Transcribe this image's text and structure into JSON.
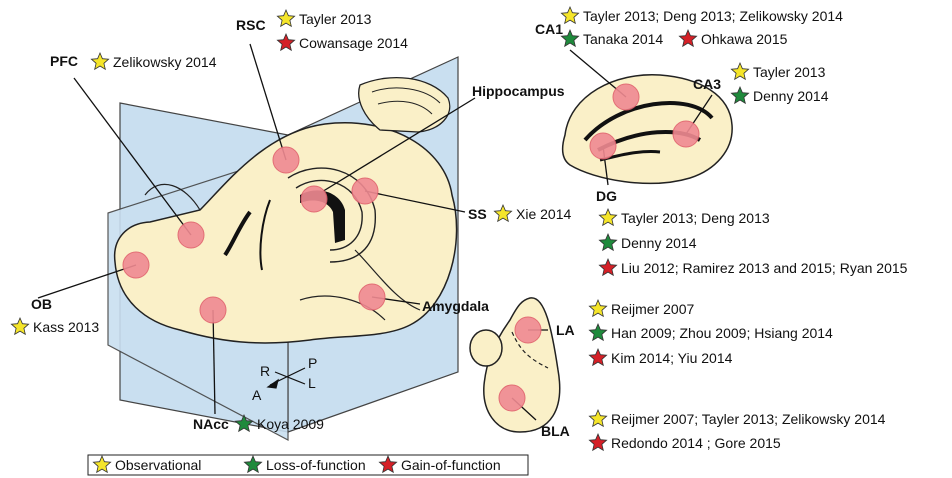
{
  "regions": {
    "rsc": {
      "name": "RSC",
      "refs": [
        {
          "type": "observational",
          "text": "Tayler 2013"
        },
        {
          "type": "gain",
          "text": "Cowansage 2014"
        }
      ]
    },
    "pfc": {
      "name": "PFC",
      "refs": [
        {
          "type": "observational",
          "text": "Zelikowsky 2014"
        }
      ]
    },
    "hippocampus": {
      "name": "Hippocampus"
    },
    "ca1": {
      "name": "CA1",
      "refs": [
        {
          "type": "observational",
          "text": "Tayler 2013; Deng 2013; Zelikowsky 2014"
        },
        {
          "type": "loss",
          "text": "Tanaka 2014"
        },
        {
          "type": "gain",
          "text": "Ohkawa 2015"
        }
      ]
    },
    "ca3": {
      "name": "CA3",
      "refs": [
        {
          "type": "observational",
          "text": "Tayler 2013"
        },
        {
          "type": "loss",
          "text": "Denny 2014"
        }
      ]
    },
    "dg": {
      "name": "DG",
      "refs": [
        {
          "type": "observational",
          "text": "Tayler 2013; Deng 2013"
        },
        {
          "type": "loss",
          "text": "Denny 2014"
        },
        {
          "type": "gain",
          "text": "Liu 2012; Ramirez 2013 and 2015; Ryan 2015"
        }
      ]
    },
    "ss": {
      "name": "SS",
      "refs": [
        {
          "type": "observational",
          "text": "Xie 2014"
        }
      ]
    },
    "ob": {
      "name": "OB",
      "refs": [
        {
          "type": "observational",
          "text": "Kass 2013"
        }
      ]
    },
    "amygdala": {
      "name": "Amygdala"
    },
    "la": {
      "name": "LA",
      "refs": [
        {
          "type": "observational",
          "text": "Reijmer 2007"
        },
        {
          "type": "loss",
          "text": "Han 2009; Zhou 2009; Hsiang 2014"
        },
        {
          "type": "gain",
          "text": "Kim 2014; Yiu 2014"
        }
      ]
    },
    "bla": {
      "name": "BLA",
      "refs": [
        {
          "type": "observational",
          "text": "Reijmer 2007; Tayler 2013; Zelikowsky 2014"
        },
        {
          "type": "gain",
          "text": "Redondo 2014 ; Gore 2015"
        }
      ]
    },
    "nacc": {
      "name": "NAcc",
      "refs": [
        {
          "type": "loss",
          "text": "Koya 2009"
        }
      ]
    }
  },
  "compass": {
    "r": "R",
    "p": "P",
    "l": "L",
    "a": "A"
  },
  "legend": [
    {
      "type": "observational",
      "label": "Observational"
    },
    {
      "type": "loss",
      "label": "Loss-of-function"
    },
    {
      "type": "gain",
      "label": "Gain-of-function"
    }
  ],
  "colors": {
    "observational": "#f5e52a",
    "loss": "#1f8a3c",
    "gain": "#d52027",
    "plane": "#c9dff0",
    "tissue": "#faf0c8",
    "spot": "#f08a92"
  }
}
